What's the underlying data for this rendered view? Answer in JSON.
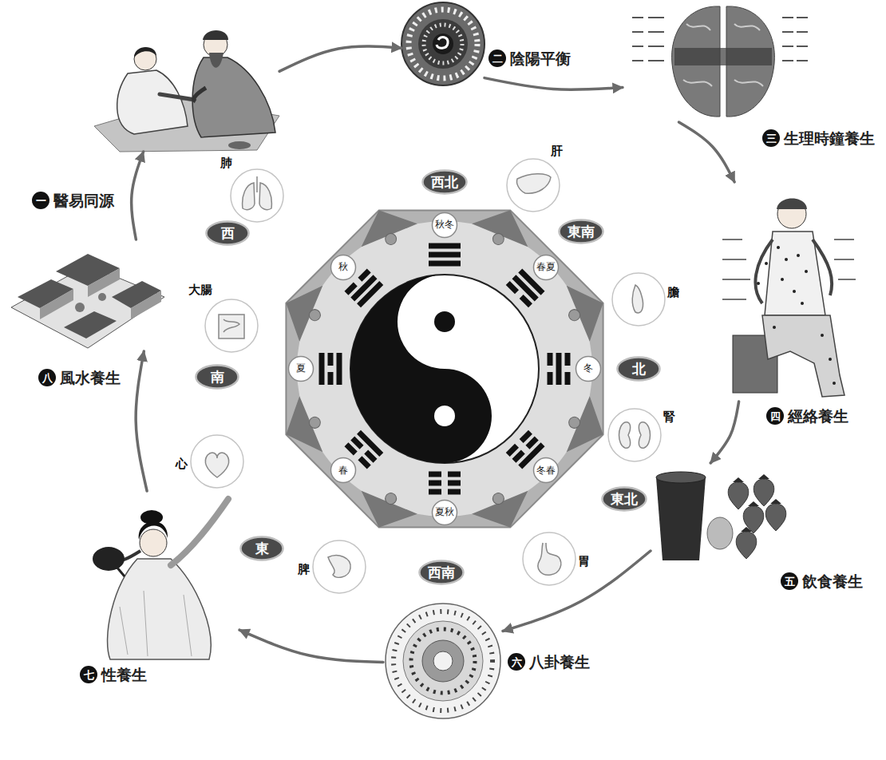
{
  "diagram": {
    "nodes": [
      {
        "text": [
          "一",
          "醫易同源"
        ]
      },
      {
        "text": [
          "二",
          "陰陽平衡"
        ]
      },
      {
        "text": [
          "三",
          "生理時鐘養生"
        ]
      },
      {
        "text": [
          "四",
          "經絡養生"
        ]
      },
      {
        "text": [
          "五",
          "飲食養生"
        ]
      },
      {
        "text": [
          "六",
          "八卦養生"
        ]
      },
      {
        "text": [
          "七",
          "性養生"
        ]
      },
      {
        "text": [
          "八",
          "風水養生"
        ]
      },
      {
        "text": [
          "西北"
        ]
      },
      {
        "text": [
          "東南"
        ]
      },
      {
        "text": [
          "北"
        ]
      },
      {
        "text": [
          "東北"
        ]
      },
      {
        "text": [
          "西南"
        ]
      },
      {
        "text": [
          "東"
        ]
      },
      {
        "text": [
          "南"
        ]
      },
      {
        "text": [
          "西"
        ]
      },
      {
        "text": [
          "秋冬"
        ]
      },
      {
        "text": [
          "春夏"
        ]
      },
      {
        "text": [
          "冬"
        ]
      },
      {
        "text": [
          "冬春"
        ]
      },
      {
        "text": [
          "夏秋"
        ]
      },
      {
        "text": [
          "春"
        ]
      },
      {
        "text": [
          "夏"
        ]
      },
      {
        "text": [
          "秋"
        ]
      },
      {
        "text": [
          "肺"
        ]
      },
      {
        "text": [
          "肝"
        ]
      },
      {
        "text": [
          "膽"
        ]
      },
      {
        "text": [
          "腎"
        ]
      },
      {
        "text": [
          "胃"
        ]
      },
      {
        "text": [
          "脾"
        ]
      },
      {
        "text": [
          "心"
        ]
      },
      {
        "text": [
          "大腸"
        ]
      }
    ],
    "edges": [
      {
        "from": 0,
        "to": 1,
        "arrow": "to"
      },
      {
        "from": 1,
        "to": 2,
        "arrow": "to"
      },
      {
        "from": 2,
        "to": 3,
        "arrow": "to"
      },
      {
        "from": 3,
        "to": 4,
        "arrow": "to"
      },
      {
        "from": 4,
        "to": 5,
        "arrow": "to"
      },
      {
        "from": 5,
        "to": 6,
        "arrow": "to"
      },
      {
        "from": 6,
        "to": 7,
        "arrow": "to"
      },
      {
        "from": 7,
        "to": 0,
        "arrow": "to"
      }
    ]
  }
}
